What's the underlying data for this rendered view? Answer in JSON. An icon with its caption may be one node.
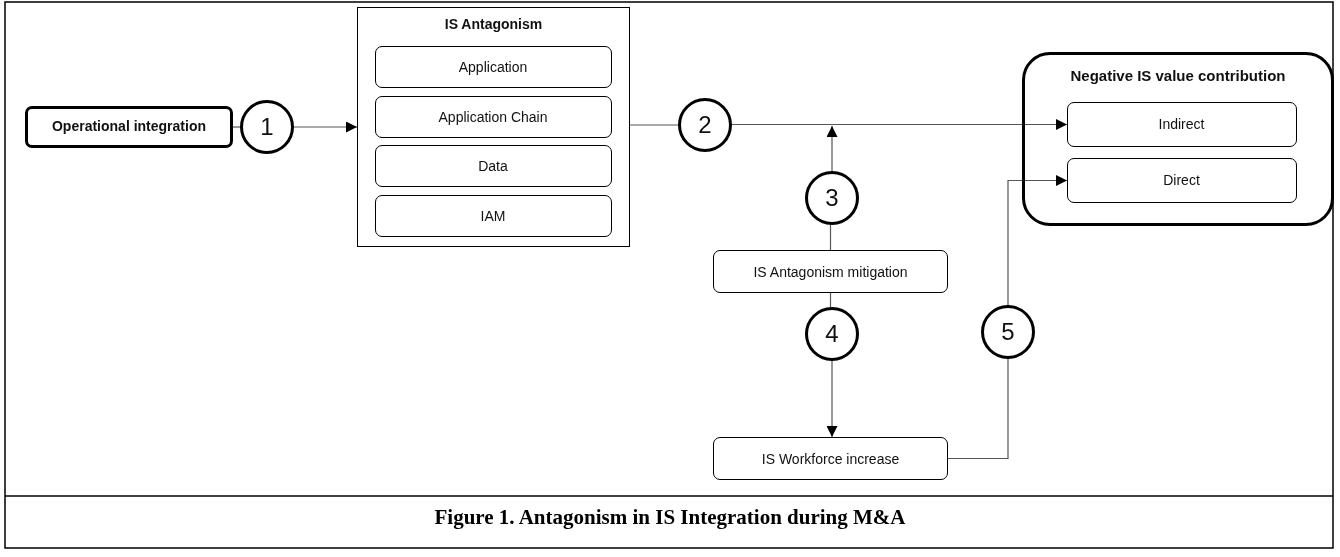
{
  "diagram": {
    "caption": "Figure 1. Antagonism in IS Integration during M&A",
    "nodes": [
      {
        "text": [
          "Operational integration"
        ]
      },
      {
        "text": [
          "1"
        ]
      },
      {
        "text": [
          "IS Antagonism"
        ]
      },
      {
        "text": [
          "Application"
        ],
        "in": 2
      },
      {
        "text": [
          "Application Chain"
        ],
        "in": 2
      },
      {
        "text": [
          "Data"
        ],
        "in": 2
      },
      {
        "text": [
          "IAM"
        ],
        "in": 2
      },
      {
        "text": [
          "2"
        ]
      },
      {
        "text": [
          "Negative IS value contribution"
        ]
      },
      {
        "text": [
          "Indirect"
        ],
        "in": 8
      },
      {
        "text": [
          "Direct"
        ],
        "in": 8
      },
      {
        "text": [
          "3"
        ]
      },
      {
        "text": [
          "IS Antagonism mitigation"
        ]
      },
      {
        "text": [
          "4"
        ]
      },
      {
        "text": [
          "5"
        ]
      },
      {
        "text": [
          "IS Workforce increase"
        ]
      }
    ],
    "edges": [
      {
        "from": 0,
        "to": 1,
        "arrow": "none"
      },
      {
        "from": 1,
        "to": 2,
        "arrow": "to"
      },
      {
        "from": 2,
        "to": 7,
        "arrow": "none"
      },
      {
        "from": 7,
        "to": 9,
        "arrow": "to"
      },
      {
        "from": 12,
        "to": 11,
        "arrow": "none"
      },
      {
        "from": 11,
        "to": null,
        "arrow": "to"
      },
      {
        "from": 12,
        "to": 13,
        "arrow": "none"
      },
      {
        "from": 13,
        "to": 15,
        "arrow": "to"
      },
      {
        "from": 15,
        "to": 14,
        "arrow": "none"
      },
      {
        "from": 14,
        "to": 10,
        "arrow": "to"
      }
    ]
  }
}
